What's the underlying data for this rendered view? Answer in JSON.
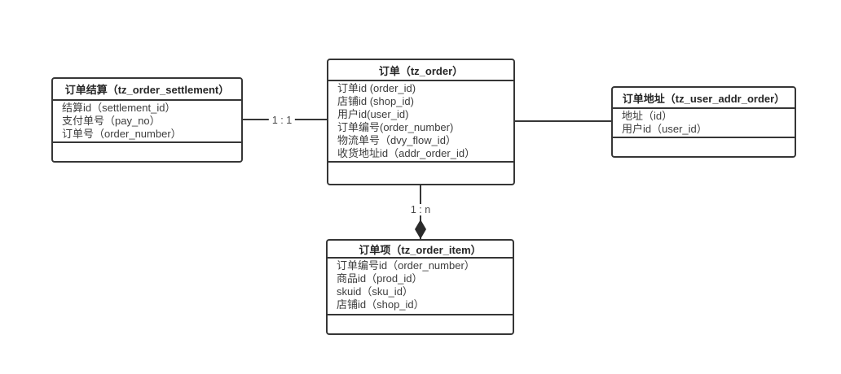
{
  "diagram": {
    "background_color": "#ffffff",
    "line_color": "#363636",
    "text_color": "#3d3d3d",
    "entities": [
      {
        "key": "order-settlement",
        "title": "订单结算（tz_order_settlement）",
        "fields": [
          "结算id（settlement_id）",
          "支付单号（pay_no）",
          "订单号（order_number）"
        ]
      },
      {
        "key": "order",
        "title": "订单（tz_order）",
        "fields": [
          "订单id (order_id)",
          "店铺id (shop_id)",
          "用户id(user_id)",
          "订单编号(order_number)",
          "物流单号（dvy_flow_id）",
          "收货地址id（addr_order_id）"
        ]
      },
      {
        "key": "user-addr-order",
        "title": "订单地址（tz_user_addr_order）",
        "fields": [
          "地址（id）",
          "用户id（user_id）"
        ]
      },
      {
        "key": "order-item",
        "title": "订单项（tz_order_item）",
        "fields": [
          "订单编号id（order_number）",
          "商品id（prod_id）",
          "skuid（sku_id）",
          "店铺id（shop_id）"
        ]
      }
    ],
    "relations": [
      {
        "key": "settlement-order",
        "label": "1 : 1",
        "type": "line"
      },
      {
        "key": "order-addr",
        "label": "",
        "type": "line"
      },
      {
        "key": "order-item",
        "label": "1 : n",
        "type": "diamond-arrow"
      }
    ]
  }
}
